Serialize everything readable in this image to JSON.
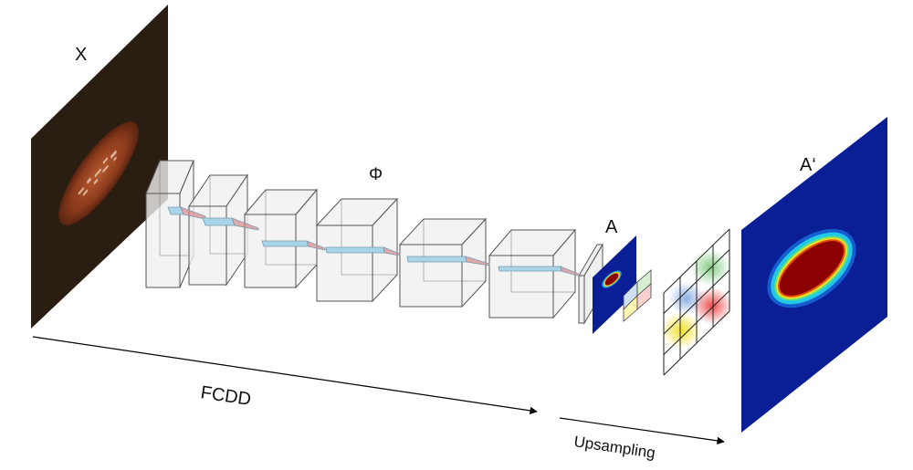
{
  "labels": {
    "input": "X",
    "network": "Φ",
    "anomaly_map": "A",
    "upsampled_map": "A‘",
    "method": "FCDD",
    "upsampling": "Upsampling"
  },
  "colors": {
    "photo_bg": "#2a1d12",
    "object": "#8a3a1c",
    "heat_bg": "#0a1f96",
    "heat_core": "#8b0000",
    "cube_fill": "#f0f0f0",
    "cube_edge": "#555555",
    "kernel_blue": "#a9d4e8",
    "kernel_red": "#d98888"
  }
}
